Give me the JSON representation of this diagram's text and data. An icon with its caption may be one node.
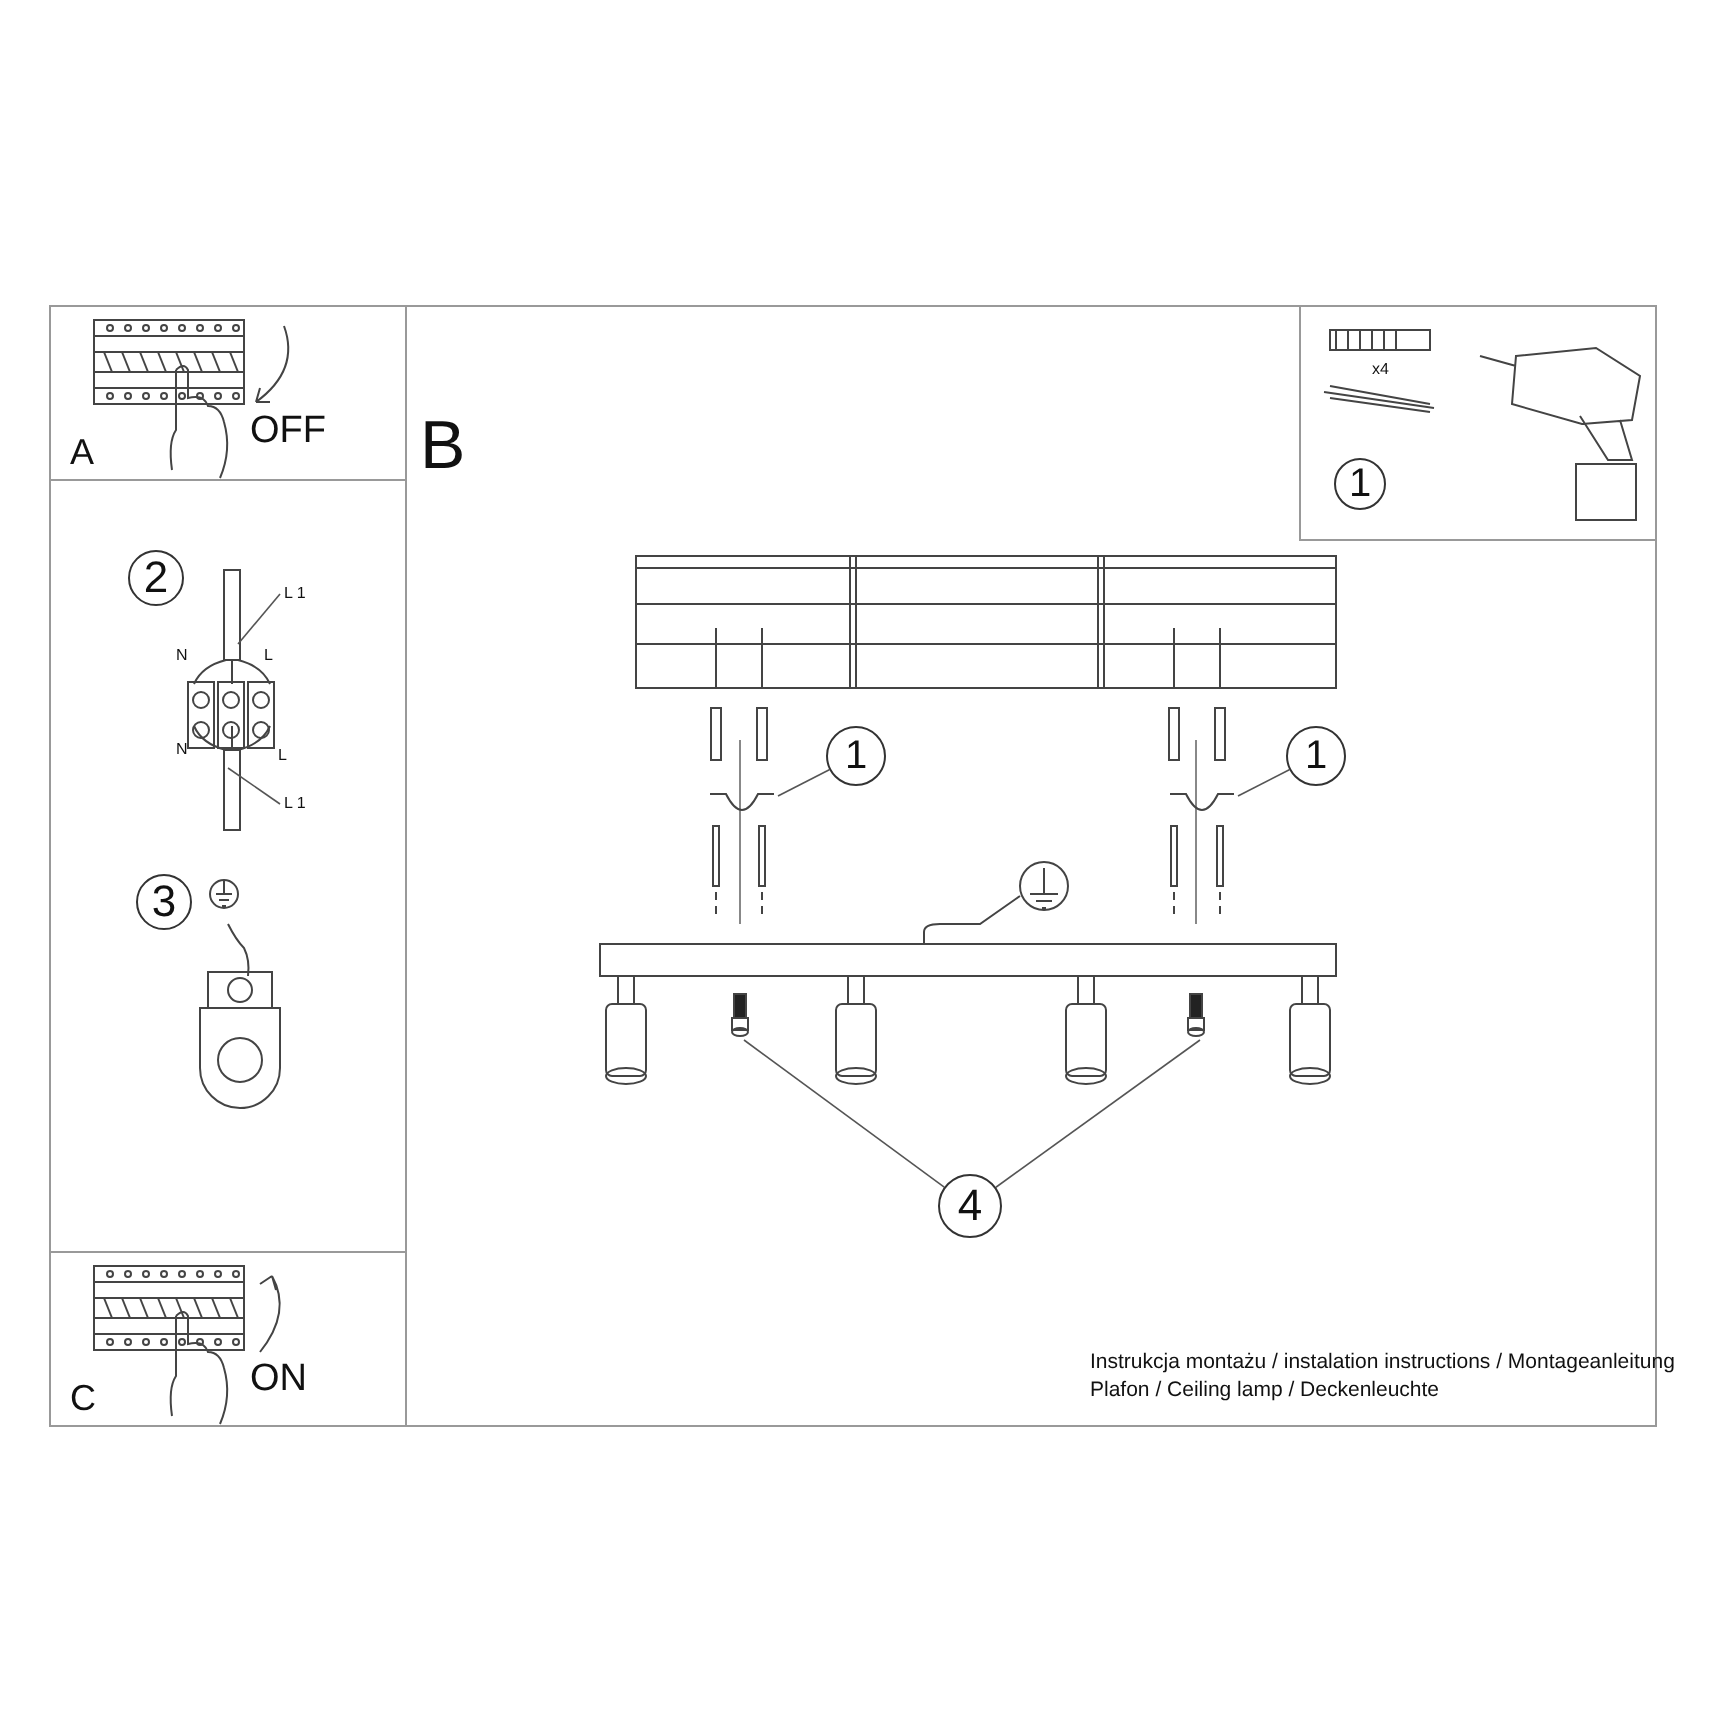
{
  "diagram": {
    "nodes": [
      {
        "text": [
          "1"
        ]
      },
      {
        "text": [],
        "shape": "picture"
      },
      {
        "text": [
          "1"
        ]
      },
      {
        "text": [],
        "shape": "picture"
      },
      {
        "text": [
          "4"
        ]
      },
      {
        "text": [],
        "shape": "picture"
      },
      {
        "text": [],
        "shape": "picture"
      },
      {
        "text": [
          "L 1"
        ]
      },
      {
        "text": [
          "L 1"
        ]
      },
      {
        "text": [
          "1"
        ]
      },
      {
        "text": [
          "2"
        ]
      },
      {
        "text": [
          "3"
        ]
      }
    ],
    "edges": [
      {
        "from": 0,
        "to": 1,
        "arrow": "none"
      },
      {
        "from": 2,
        "to": 3,
        "arrow": "none"
      },
      {
        "from": 4,
        "to": 5,
        "arrow": "none"
      },
      {
        "from": 4,
        "to": 6,
        "arrow": "none"
      },
      {
        "from": 7,
        "to": null,
        "arrow": "none"
      },
      {
        "from": 8,
        "to": null,
        "arrow": "none"
      }
    ],
    "labels": [
      "OFF",
      "A",
      "B",
      "x4",
      "N",
      "L",
      "N",
      "L",
      "ON",
      "C",
      "Instrukcja montażu / instalation instructions / Montageanleitung",
      "Plafon / Ceiling lamp / Deckenleuchte"
    ]
  }
}
